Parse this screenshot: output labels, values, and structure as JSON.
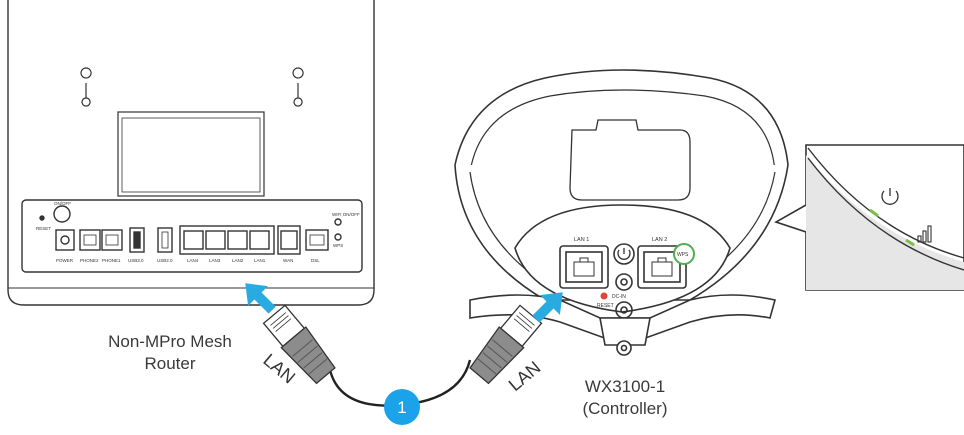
{
  "left_router": {
    "caption_line1": "Non-MPro Mesh",
    "caption_line2": "Router",
    "top_labels": [
      "RESET",
      "ON/OFF"
    ],
    "port_labels": [
      "POWER",
      "PHONE2",
      "PHONE1",
      "USB3.0",
      "USB2.0",
      "LAN4",
      "LAN3",
      "LAN2",
      "LAN1",
      "WAN",
      "DSL"
    ],
    "side_labels": [
      "WIFI ON/OFF",
      "WPS"
    ]
  },
  "right_router": {
    "caption_line1": "WX3100-1",
    "caption_line2": "(Controller)",
    "port_labels": {
      "lan1": "LAN 1",
      "lan2": "LAN 2",
      "wps": "WPS",
      "dc_in": "DC-IN",
      "reset": "RESET"
    }
  },
  "cables": {
    "left_label": "LAN",
    "right_label": "LAN",
    "step_number": "1"
  },
  "colors": {
    "arrow": "#29abe2",
    "step_badge": "#1aa3e8",
    "wps_ring": "#4caf50",
    "led_green": "#7ac143",
    "reset_dot": "#e0453a",
    "outline": "#333333",
    "cable_gray": "#8c8c8c"
  }
}
